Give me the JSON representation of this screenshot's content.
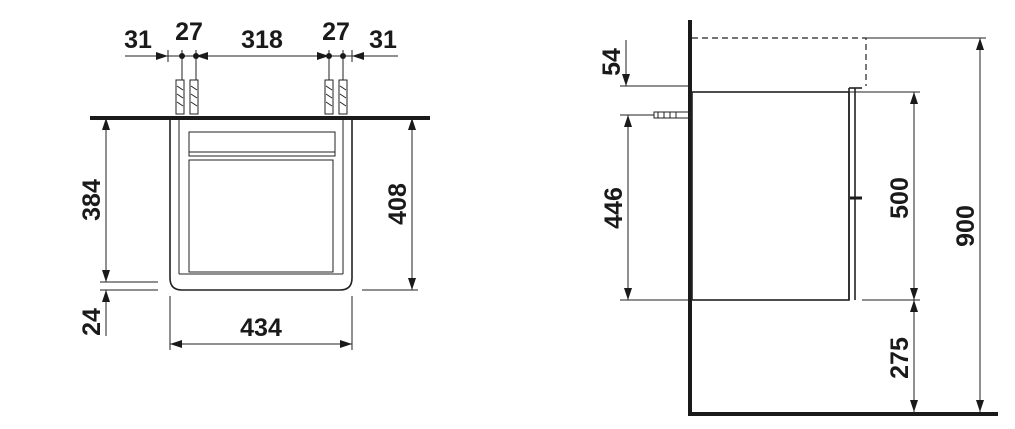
{
  "front_view": {
    "top": {
      "a": "31",
      "b": "27",
      "c": "318",
      "d": "27",
      "e": "31"
    },
    "left_height": "384",
    "bottom_offset": "24",
    "right_height": "408",
    "width": "434"
  },
  "side_view": {
    "gap": "54",
    "mount_height": "446",
    "cabinet_height": "500",
    "total_height": "900",
    "floor_clearance": "275"
  }
}
